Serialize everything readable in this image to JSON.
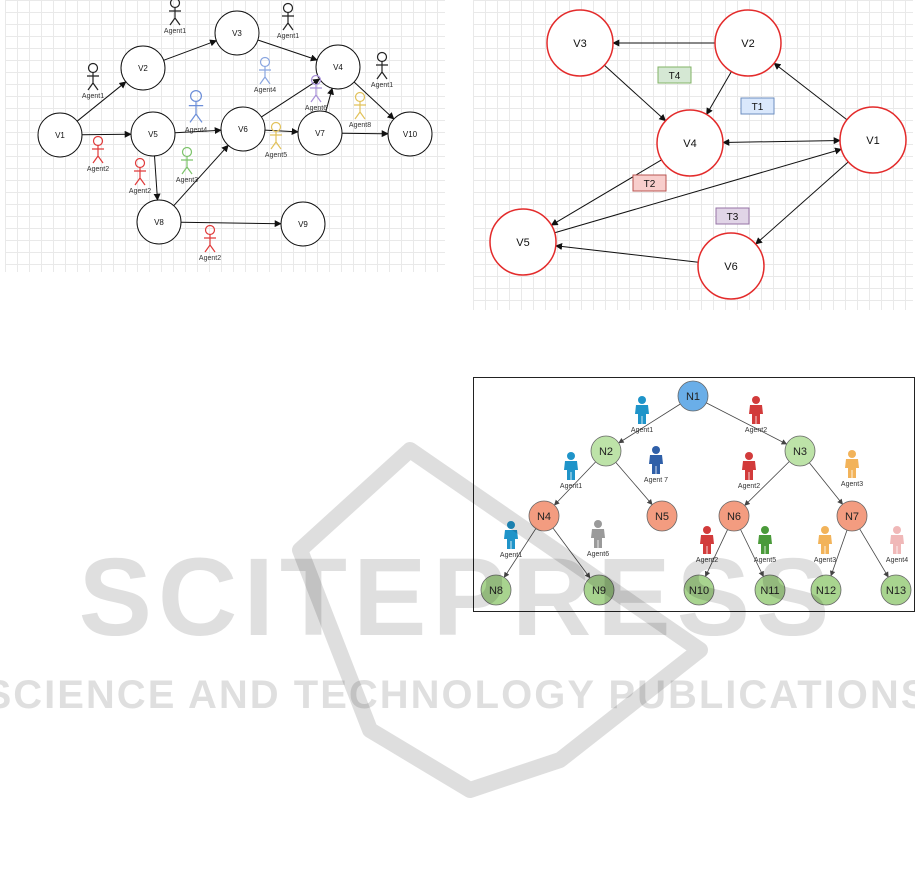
{
  "figure1": {
    "nodes": [
      {
        "id": "V1",
        "label": "V1"
      },
      {
        "id": "V2",
        "label": "V2"
      },
      {
        "id": "V3",
        "label": "V3"
      },
      {
        "id": "V4",
        "label": "V4"
      },
      {
        "id": "V5",
        "label": "V5"
      },
      {
        "id": "V6",
        "label": "V6"
      },
      {
        "id": "V7",
        "label": "V7"
      },
      {
        "id": "V8",
        "label": "V8"
      },
      {
        "id": "V9",
        "label": "V9"
      },
      {
        "id": "V10",
        "label": "V10"
      }
    ],
    "edges": [
      {
        "from": "V1",
        "to": "V2"
      },
      {
        "from": "V1",
        "to": "V5"
      },
      {
        "from": "V2",
        "to": "V3"
      },
      {
        "from": "V3",
        "to": "V4"
      },
      {
        "from": "V5",
        "to": "V6"
      },
      {
        "from": "V5",
        "to": "V8"
      },
      {
        "from": "V6",
        "to": "V4"
      },
      {
        "from": "V6",
        "to": "V7"
      },
      {
        "from": "V7",
        "to": "V4"
      },
      {
        "from": "V7",
        "to": "V10"
      },
      {
        "from": "V4",
        "to": "V10"
      },
      {
        "from": "V8",
        "to": "V6"
      },
      {
        "from": "V8",
        "to": "V9"
      }
    ],
    "agents": [
      {
        "label": "Agent1",
        "color": "#222222"
      },
      {
        "label": "Agent1",
        "color": "#222222"
      },
      {
        "label": "Agent1",
        "color": "#222222"
      },
      {
        "label": "Agent1",
        "color": "#222222"
      },
      {
        "label": "Agent2",
        "color": "#e03a3a"
      },
      {
        "label": "Agent2",
        "color": "#e03a3a"
      },
      {
        "label": "Agent2",
        "color": "#e03a3a"
      },
      {
        "label": "Agent3",
        "color": "#7cc36a"
      },
      {
        "label": "Agent4",
        "color": "#6c8ed8"
      },
      {
        "label": "Agent4",
        "color": "#8aa6e0"
      },
      {
        "label": "Agent5",
        "color": "#e2c25a"
      },
      {
        "label": "Agent6",
        "color": "#a890d8"
      },
      {
        "label": "Agent8",
        "color": "#e2c25a"
      }
    ]
  },
  "figure2": {
    "node_color": "#e32b2b",
    "nodes": [
      {
        "id": "V1",
        "label": "V1"
      },
      {
        "id": "V2",
        "label": "V2"
      },
      {
        "id": "V3",
        "label": "V3"
      },
      {
        "id": "V4",
        "label": "V4"
      },
      {
        "id": "V5",
        "label": "V5"
      },
      {
        "id": "V6",
        "label": "V6"
      }
    ],
    "edges": [
      {
        "from": "V2",
        "to": "V3"
      },
      {
        "from": "V3",
        "to": "V4"
      },
      {
        "from": "V2",
        "to": "V4"
      },
      {
        "from": "V1",
        "to": "V2"
      },
      {
        "from": "V1",
        "to": "V4",
        "both": true
      },
      {
        "from": "V4",
        "to": "V5"
      },
      {
        "from": "V5",
        "to": "V1"
      },
      {
        "from": "V1",
        "to": "V6"
      },
      {
        "from": "V6",
        "to": "V5"
      }
    ],
    "tasks": [
      {
        "label": "T4",
        "fill": "#d5e8d4",
        "stroke": "#82b366"
      },
      {
        "label": "T1",
        "fill": "#dae8fc",
        "stroke": "#6c8ebf"
      },
      {
        "label": "T2",
        "fill": "#f8cecc",
        "stroke": "#b85450"
      },
      {
        "label": "T3",
        "fill": "#e1d5e7",
        "stroke": "#9673a6"
      }
    ]
  },
  "figure3": {
    "nodes": [
      {
        "id": "N1",
        "label": "N1",
        "fill": "#6aaee8"
      },
      {
        "id": "N2",
        "label": "N2",
        "fill": "#bde3a8"
      },
      {
        "id": "N3",
        "label": "N3",
        "fill": "#bde3a8"
      },
      {
        "id": "N4",
        "label": "N4",
        "fill": "#f39c80"
      },
      {
        "id": "N5",
        "label": "N5",
        "fill": "#f39c80"
      },
      {
        "id": "N6",
        "label": "N6",
        "fill": "#f39c80"
      },
      {
        "id": "N7",
        "label": "N7",
        "fill": "#f39c80"
      },
      {
        "id": "N8",
        "label": "N8",
        "fill": "#a8d48f"
      },
      {
        "id": "N9",
        "label": "N9",
        "fill": "#a8d48f"
      },
      {
        "id": "N10",
        "label": "N10",
        "fill": "#a8d48f"
      },
      {
        "id": "N11",
        "label": "N11",
        "fill": "#a8d48f"
      },
      {
        "id": "N12",
        "label": "N12",
        "fill": "#a8d48f"
      },
      {
        "id": "N13",
        "label": "N13",
        "fill": "#a8d48f"
      }
    ],
    "edges": [
      {
        "from": "N1",
        "to": "N2"
      },
      {
        "from": "N1",
        "to": "N3"
      },
      {
        "from": "N2",
        "to": "N4"
      },
      {
        "from": "N2",
        "to": "N5"
      },
      {
        "from": "N3",
        "to": "N6"
      },
      {
        "from": "N3",
        "to": "N7"
      },
      {
        "from": "N4",
        "to": "N8"
      },
      {
        "from": "N4",
        "to": "N9"
      },
      {
        "from": "N6",
        "to": "N10"
      },
      {
        "from": "N6",
        "to": "N11"
      },
      {
        "from": "N7",
        "to": "N12"
      },
      {
        "from": "N7",
        "to": "N13"
      }
    ],
    "agents": [
      {
        "label": "Agent1",
        "color": "#1f94c9"
      },
      {
        "label": "Agent2",
        "color": "#d23b3b"
      },
      {
        "label": "Agent1",
        "color": "#1f94c9"
      },
      {
        "label": "Agent 7",
        "color": "#2f5fa8"
      },
      {
        "label": "Agent2",
        "color": "#d23b3b"
      },
      {
        "label": "Agent3",
        "color": "#f2b35a"
      },
      {
        "label": "Agent1",
        "color": "#1f94c9"
      },
      {
        "label": "Agent6",
        "color": "#9a9a9a"
      },
      {
        "label": "Agent2",
        "color": "#d23b3b"
      },
      {
        "label": "Agent5",
        "color": "#4a9a3a"
      },
      {
        "label": "Agent3",
        "color": "#f2b35a"
      },
      {
        "label": "Agent4",
        "color": "#f0b8b8"
      }
    ]
  },
  "watermark": {
    "title": "SCITEPRESS",
    "subtitle": "SCIENCE AND TECHNOLOGY PUBLICATIONS"
  }
}
